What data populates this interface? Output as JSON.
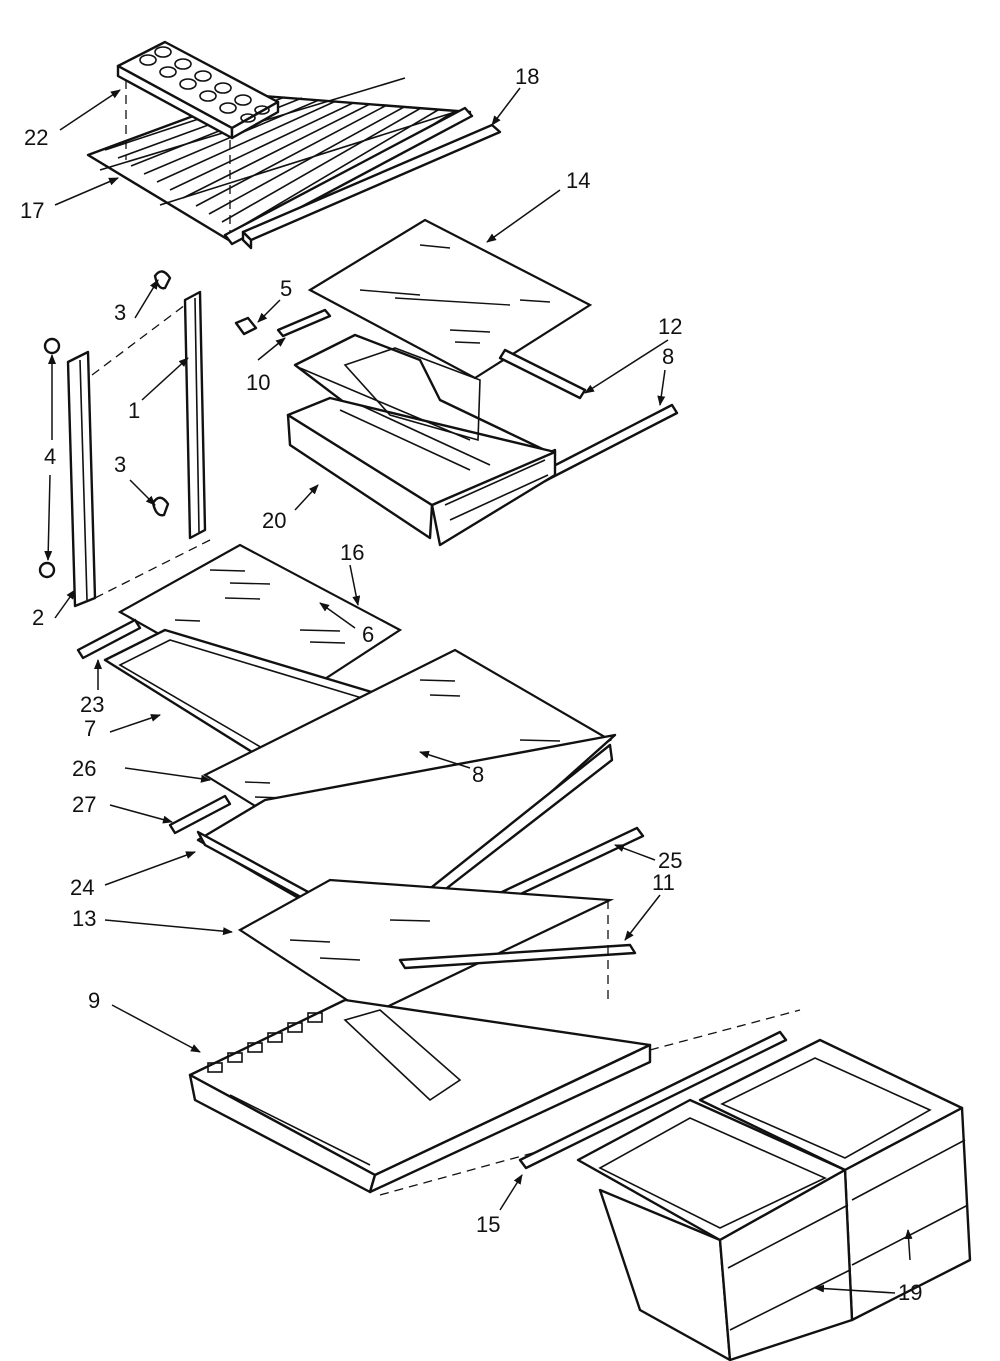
{
  "callouts": {
    "c1": "1",
    "c2": "2",
    "c3a": "3",
    "c3b": "3",
    "c4": "4",
    "c5": "5",
    "c6": "6",
    "c7": "7",
    "c8a": "8",
    "c8b": "8",
    "c9": "9",
    "c10": "10",
    "c11": "11",
    "c12": "12",
    "c13": "13",
    "c14": "14",
    "c15": "15",
    "c16": "16",
    "c17": "17",
    "c18": "18",
    "c19": "19",
    "c20": "20",
    "c22": "22",
    "c23": "23",
    "c24": "24",
    "c25": "25",
    "c26": "26",
    "c27": "27"
  }
}
